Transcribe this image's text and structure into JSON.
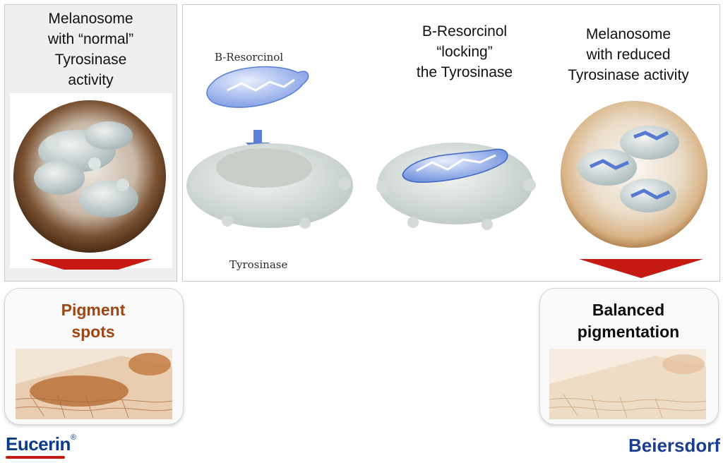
{
  "left_panel": {
    "caption": [
      "Melanosome",
      "with “normal”",
      "Tyrosinase",
      "activity"
    ]
  },
  "center_panel": {
    "molecule_label": "B-Resorcinol",
    "enzyme_label": "Tyrosinase",
    "middle_caption": [
      "B-Resorcinol",
      "“locking”",
      "the Tyrosinase"
    ],
    "right_caption": [
      "Melanosome",
      "with reduced",
      "Tyrosinase activity"
    ]
  },
  "result_left": {
    "title": [
      "Pigment",
      "spots"
    ],
    "color": "#9c4616"
  },
  "result_right": {
    "title": [
      "Balanced",
      "pigmentation"
    ],
    "color": "#0c0c0c"
  },
  "logos": {
    "left": "Eucerin",
    "left_mark": "®",
    "right": "Beiersdorf"
  },
  "colors": {
    "arrow_red": "#c61a12",
    "molecule_blue": "#5a7fd6",
    "melanosome_brown": "#5b3a20",
    "melanosome_tan": "#d9b487"
  }
}
